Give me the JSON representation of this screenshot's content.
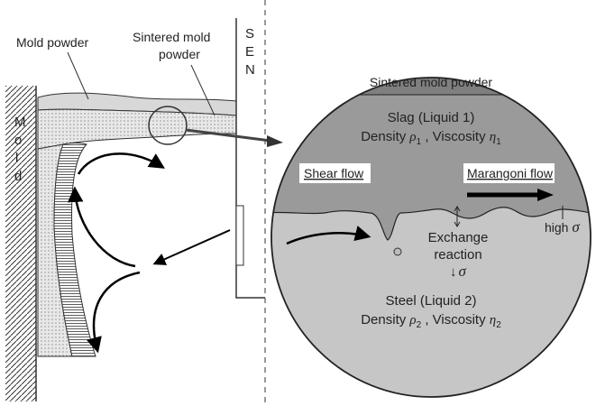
{
  "labels": {
    "mold_powder": "Mold powder",
    "sintered_line1": "Sintered mold",
    "sintered_line2": "powder",
    "mold_vertical": [
      "M",
      "o",
      "l",
      "d"
    ],
    "sen_vertical": [
      "S",
      "E",
      "N"
    ]
  },
  "zoom": {
    "top_band": "Sintered mold powder",
    "slag_title": "Slag (Liquid 1)",
    "slag_density_label": "Density ",
    "slag_density_symbol": "ρ",
    "slag_density_sub": "1",
    "slag_sep": " , Viscosity ",
    "slag_visc_symbol": "η",
    "slag_visc_sub": "1",
    "shear_flow": "Shear flow",
    "marangoni_flow": "Marangoni flow",
    "high_label": "high ",
    "sigma": "σ",
    "exchange_line1": "Exchange",
    "exchange_line2": "reaction",
    "down_arrow": "↓",
    "steel_title": "Steel (Liquid 2)",
    "steel_density_label": "Density ",
    "steel_density_symbol": "ρ",
    "steel_density_sub": "2",
    "steel_sep": " , Viscosity ",
    "steel_visc_symbol": "η",
    "steel_visc_sub": "2"
  },
  "colors": {
    "zoom_upper": "#9a9a9a",
    "zoom_lower": "#c6c6c6",
    "zoom_band": "#7f7f7f",
    "powder": "#d4d4d4",
    "outline": "#333333"
  }
}
